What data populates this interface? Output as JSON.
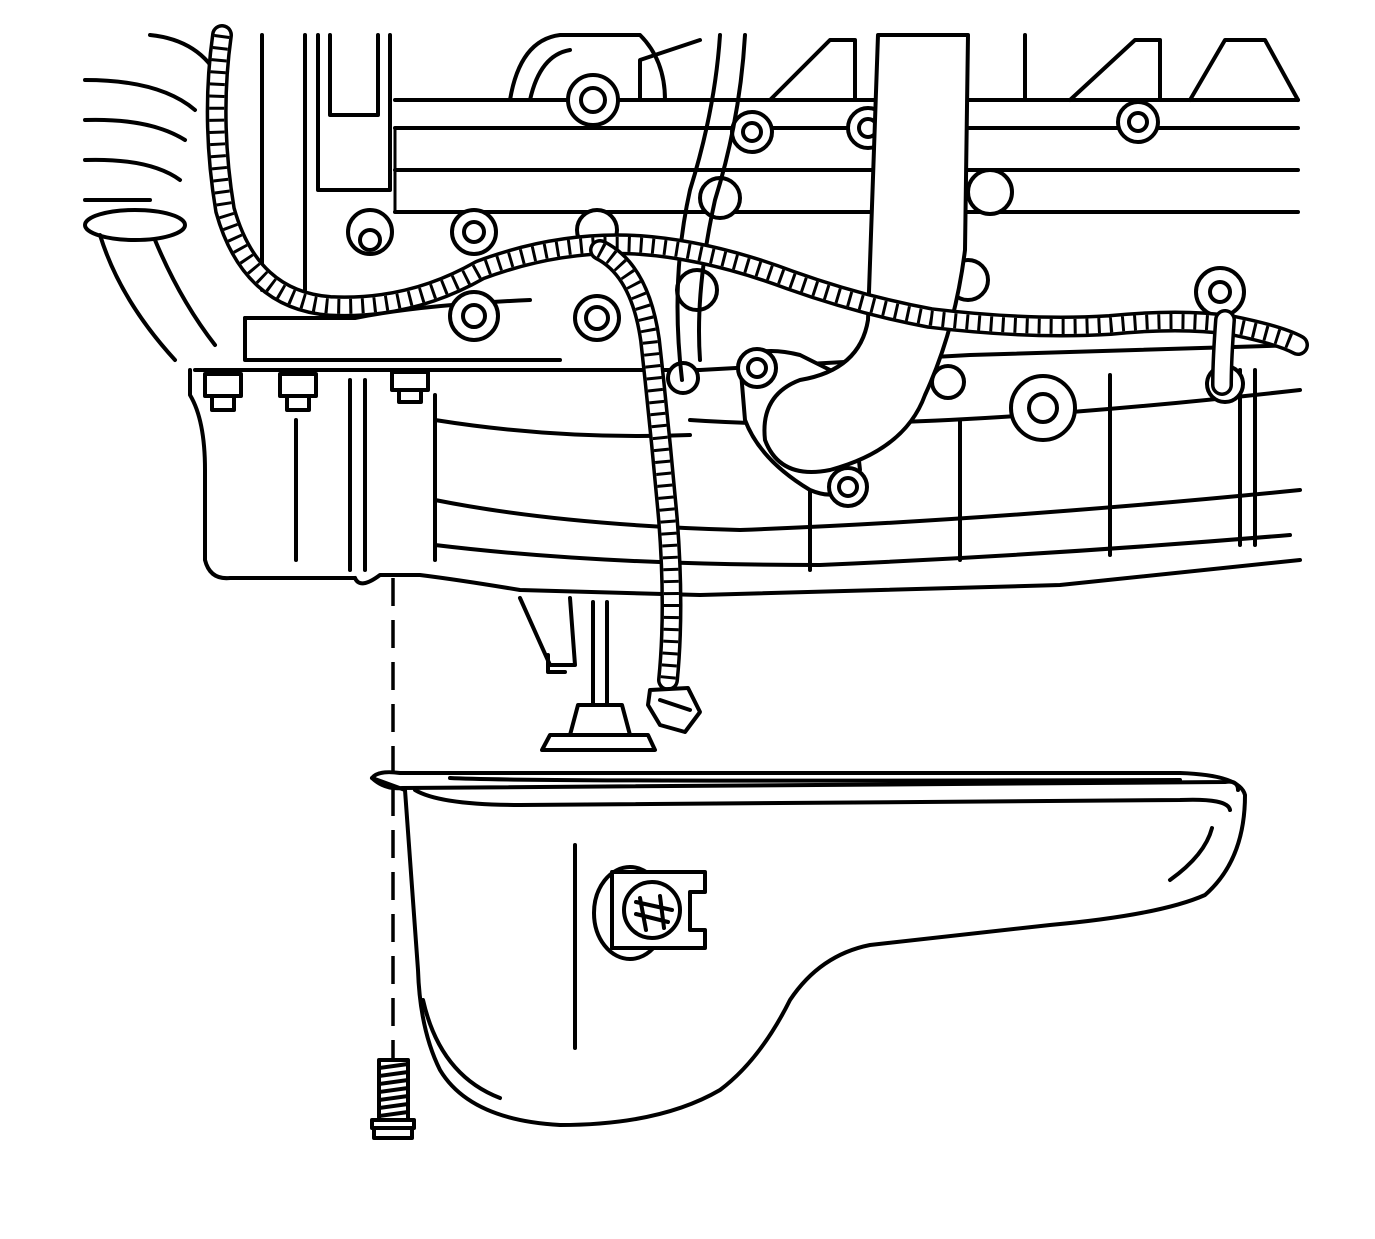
{
  "figure": {
    "background": "#ffffff",
    "line_color": "#000000",
    "parts": [
      "engine-block",
      "wiring-harness",
      "oil-pump-pickup",
      "oil-pan",
      "oil-pan-drain-plug",
      "oil-pan-bolt"
    ]
  }
}
